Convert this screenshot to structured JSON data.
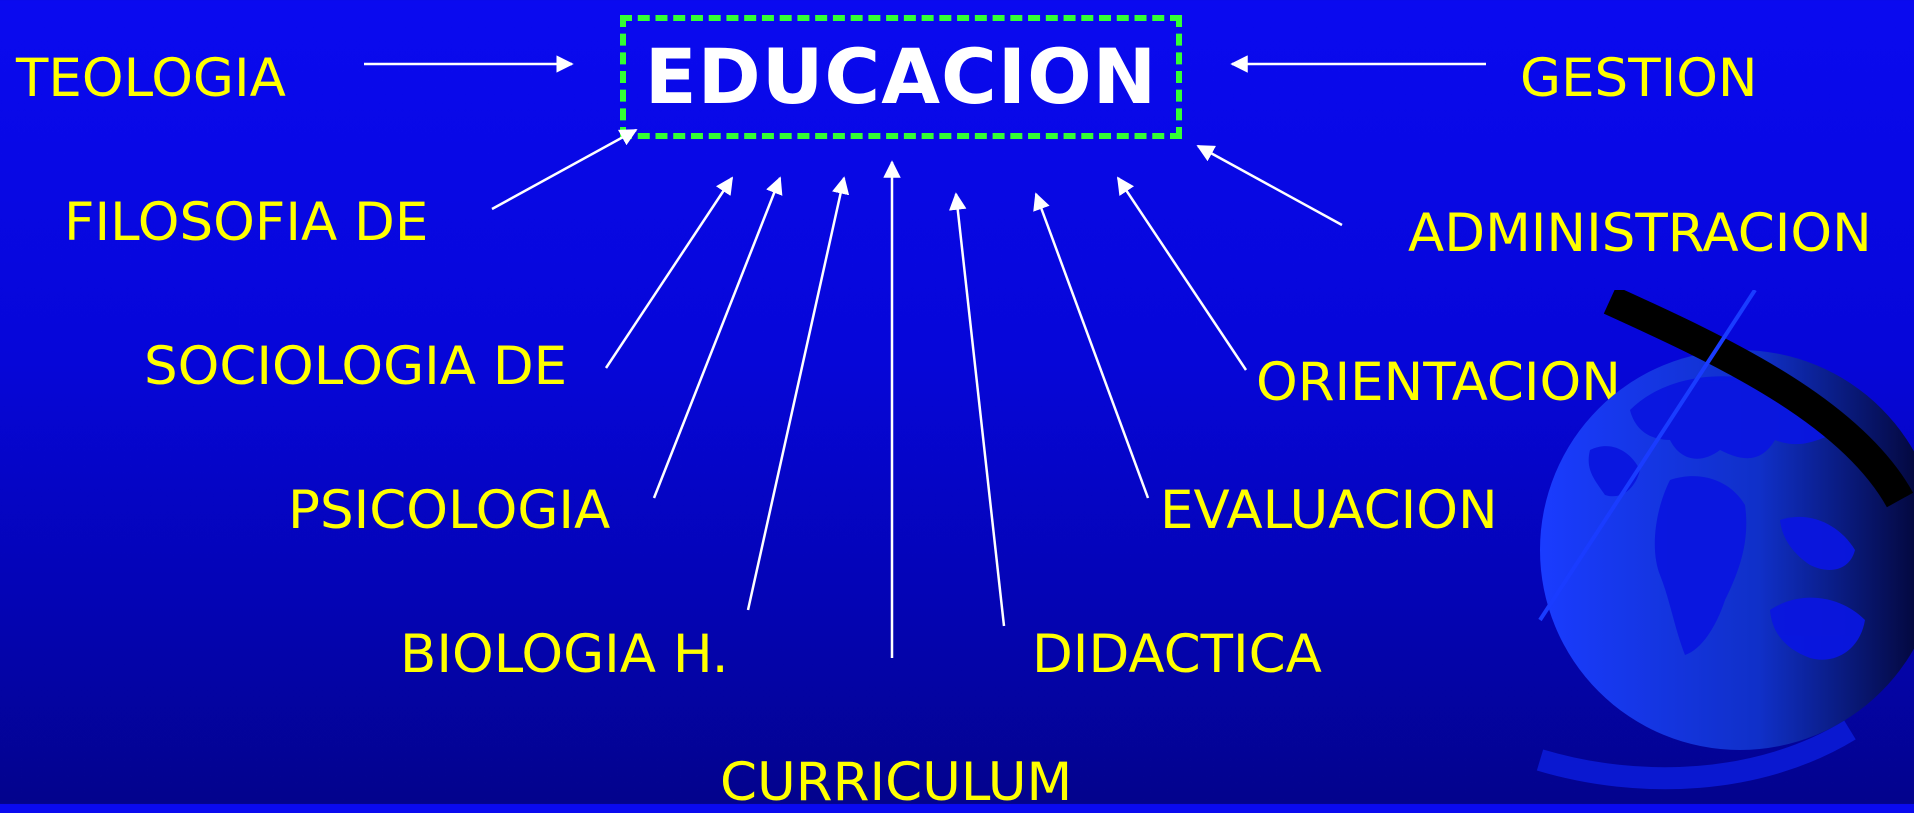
{
  "center": {
    "title": "EDUCACION"
  },
  "labels": {
    "teologia": "TEOLOGIA",
    "gestion": "GESTION",
    "filosofia": "FILOSOFIA DE",
    "administracion": "ADMINISTRACION",
    "sociologia": "SOCIOLOGIA DE",
    "orientacion": "ORIENTACION",
    "psicologia": "PSICOLOGIA",
    "evaluacion": "EVALUACION",
    "biologia": "BIOLOGIA H.",
    "didactica": "DIDACTICA",
    "curriculum": "CURRICULUM"
  },
  "colors": {
    "label_text": "#ffff00",
    "title_text": "#ffffff",
    "box_border": "#33ff33",
    "arrows": "#ffffff",
    "background": "#0606d8"
  },
  "decoration": {
    "icon": "globe-icon"
  }
}
